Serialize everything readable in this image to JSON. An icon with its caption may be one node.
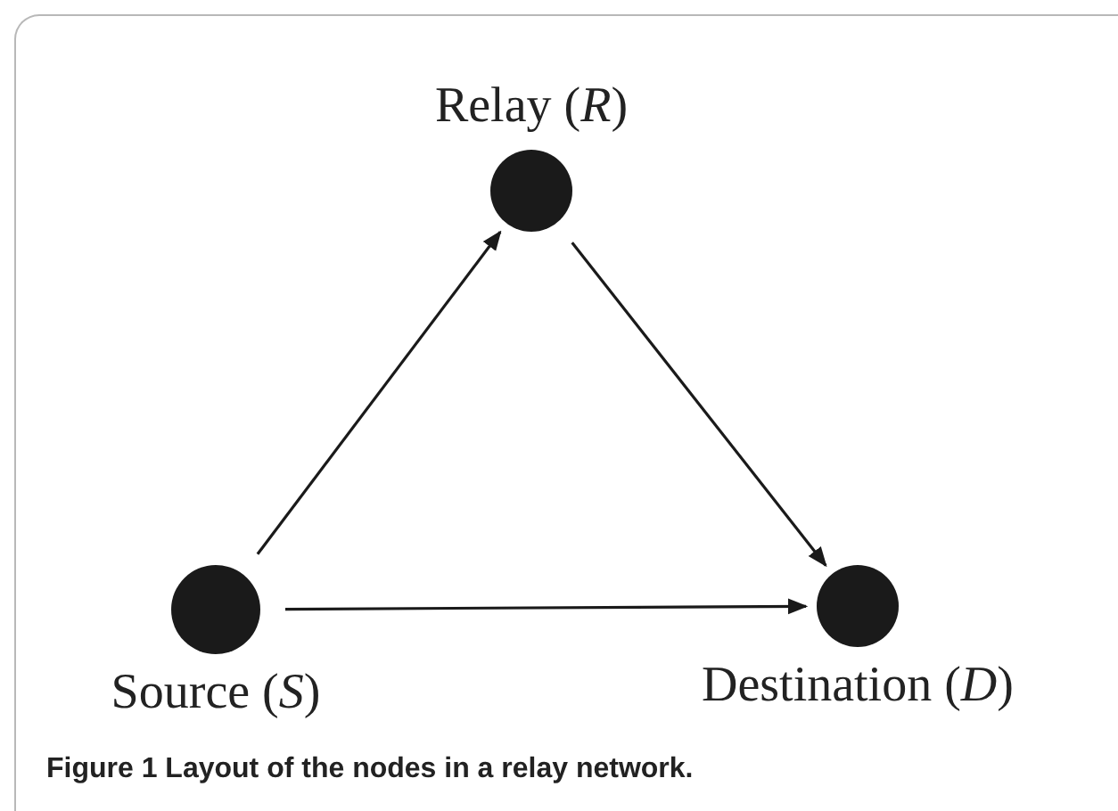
{
  "diagram": {
    "caption": "Figure 1 Layout of the nodes in a relay network.",
    "nodes": [
      {
        "text": [
          "Relay (*R*)"
        ]
      },
      {
        "text": [
          "Source (*S*)"
        ]
      },
      {
        "text": [
          "Destination (*D*)"
        ]
      }
    ],
    "edges": [
      {
        "from": 1,
        "to": 0,
        "arrow": "to"
      },
      {
        "from": 1,
        "to": 2,
        "arrow": "to"
      },
      {
        "from": 0,
        "to": 2,
        "arrow": "to"
      }
    ]
  }
}
